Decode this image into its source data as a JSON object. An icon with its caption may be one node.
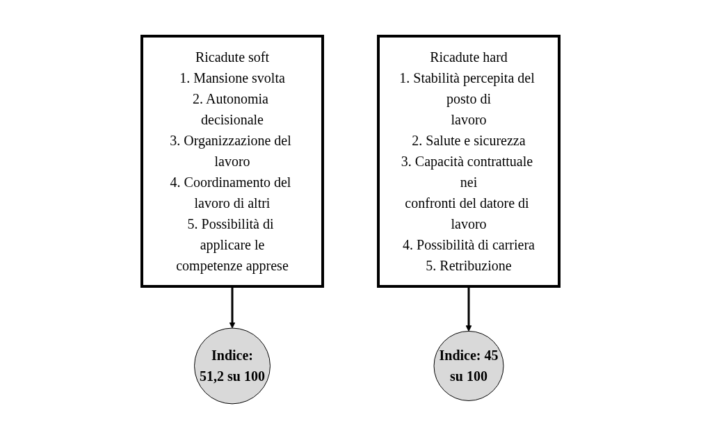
{
  "diagram": {
    "nodes": [
      {
        "text": [
          "Ricadute soft",
          "1. Mansione svolta",
          "2. Autonomia decisionale",
          "3. Organizzazione del lavoro",
          "4. Coordinamento del lavoro di altri",
          "5. Possibilità di applicare le competenze apprese"
        ]
      },
      {
        "text": [
          "Ricadute hard",
          "1. Stabilità percepita del posto di lavoro",
          "2. Salute e sicurezza",
          "3. Capacità contrattuale nei confronti del datore di lavoro",
          "4. Possibilità di carriera",
          "5. Retribuzione"
        ]
      },
      {
        "text": [
          "Indice: 51,2 su 100"
        ]
      },
      {
        "text": [
          "Indice: 45 su 100"
        ]
      }
    ],
    "edges": [
      {
        "from": 0,
        "to": 2,
        "arrow": "to"
      },
      {
        "from": 1,
        "to": 3,
        "arrow": "to"
      }
    ]
  }
}
